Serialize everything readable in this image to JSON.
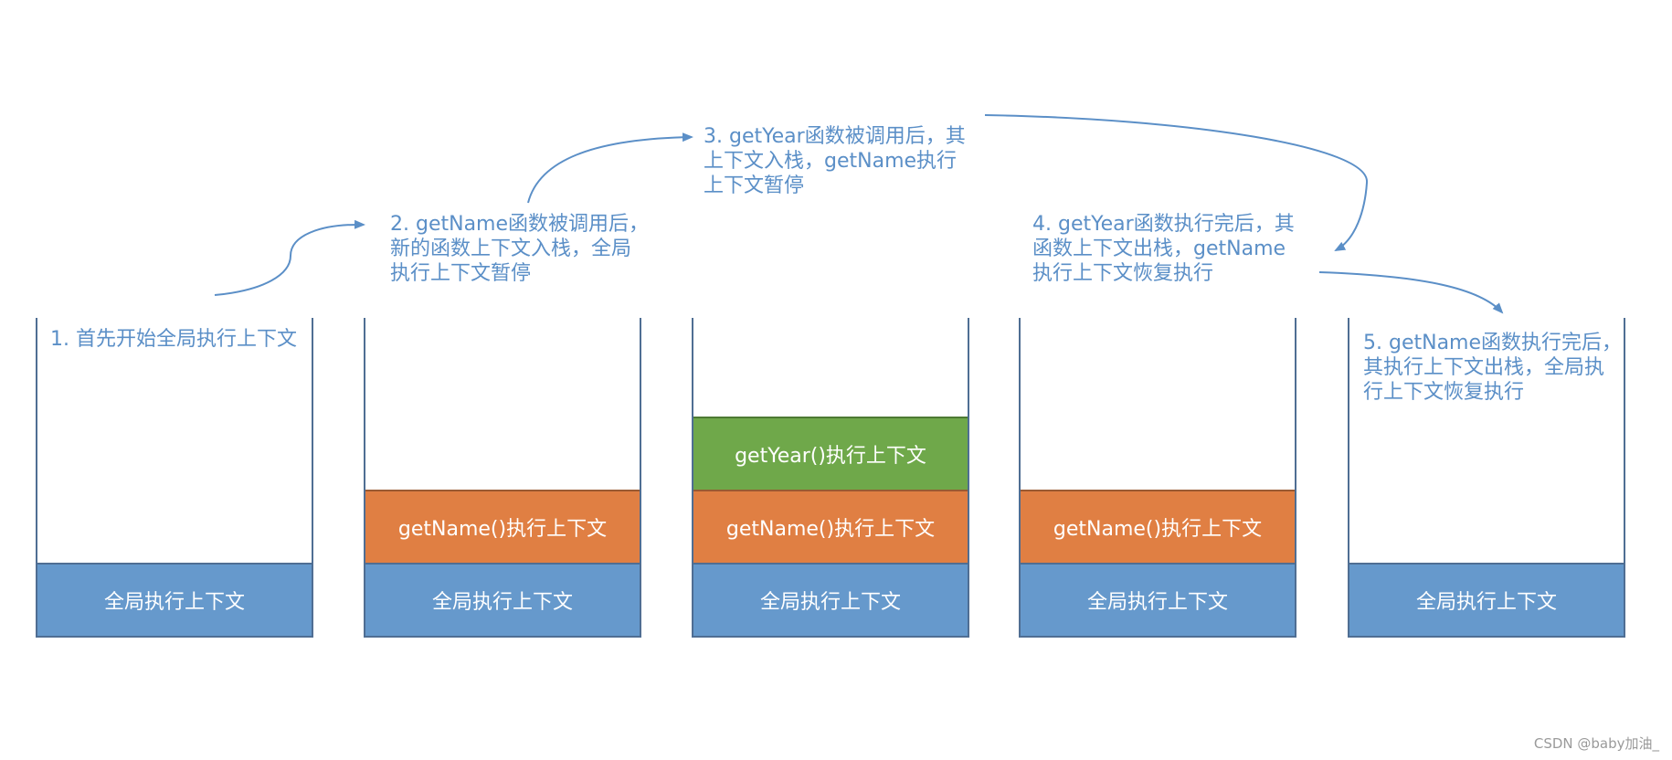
{
  "notes": {
    "step1": "1. 首先开始全局执行上下文",
    "step2": "2. getName函数被调用后，\n新的函数上下文入栈，全局\n执行上下文暂停",
    "step3": "3. getYear函数被调用后，其\n上下文入栈，getName执行\n上下文暂停",
    "step4": "4. getYear函数执行完后，其\n函数上下文出栈，getName\n执行上下文恢复执行",
    "step5": "5. getName函数执行完后，\n其执行上下文出栈，全局执\n行上下文恢复执行"
  },
  "frames": {
    "global": "全局执行上下文",
    "getName": "getName()执行上下文",
    "getYear": "getYear()执行上下文"
  },
  "colors": {
    "global": "#6699cc",
    "getName": "#e07f43",
    "getYear": "#6fa84a",
    "text": "#5b8fc7"
  },
  "watermark": "CSDN @baby加油_"
}
